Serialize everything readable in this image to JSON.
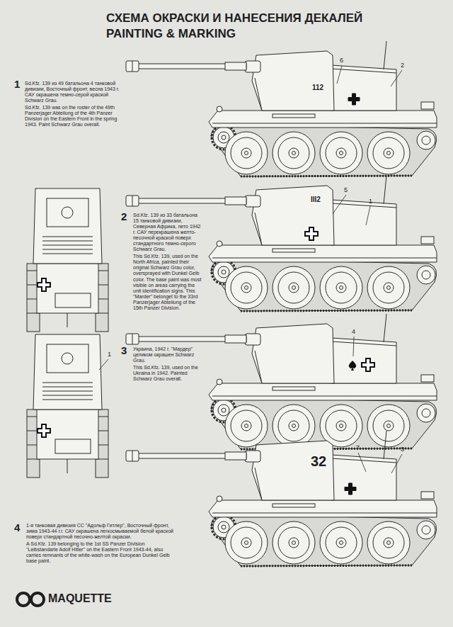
{
  "diagram": {
    "title": "СХЕМА ОКРАСКИ И НАНЕСЕНИЯ ДЕКАЛЕЙ",
    "labels": [
      "PAINTING & MARKING",
      "1",
      "Sd.Kfz. 139 из 49 батальона 4 танковой дивизии, Восточный фронт, весна 1943 г. САУ окрашена темно-серой краской Schwarz Grau.",
      "Sd.Kfz. 139 was on the roster of the 49th Panzerjager Abteilung of the 4th Panzer Division on the Eastern Front in the spring 1943. Paint Schwarz Grau overall.",
      "6",
      "2",
      "112",
      "2",
      "Sd.Kfz. 139 из 33 батальона 15 танковой дивизии, Северная Африка, лето 1942 г. САУ перекрашена желто-песочной краской поверх стандартного темно-серого Schwarz Grau.",
      "This Sd.Kfz. 139, used on the North Africa, painted their original Schwarz Grau color, oversprayed with Dunkel Gelb color. The base paint was most visible on areas carrying the unit identification signs. This \"Marder\" belonget to the 33rd Panzerjager Abteilung of the 15th Panzer Division.",
      "5",
      "1",
      "III2",
      "1",
      "3",
      "Украина, 1942 г. \"Мардер\" целиком окрашен Schwarz Grau.",
      "This Sd.Kfz. 139, used on the Ukraina in 1942. Painted Schwarz Grau overall.",
      "4",
      "4",
      "1-я танковая дивизия СС \"Адольф Гитлер\", Восточный фронт, зима 1943-44 г.г. САУ окрашена легкосмываемой белой краской поверх стандартной песочно-желтой окраски.",
      "A Sd.Kfz. 139 belonging to the 1st SS Panzer Division \"Leibstandarte Adolf Hitler\" on the Eastern Front 1943-44, also carries remnants of the white-wash on the European Dunkel Gelb base paint.",
      "7",
      "3",
      "32",
      "MAQUETTE"
    ]
  }
}
